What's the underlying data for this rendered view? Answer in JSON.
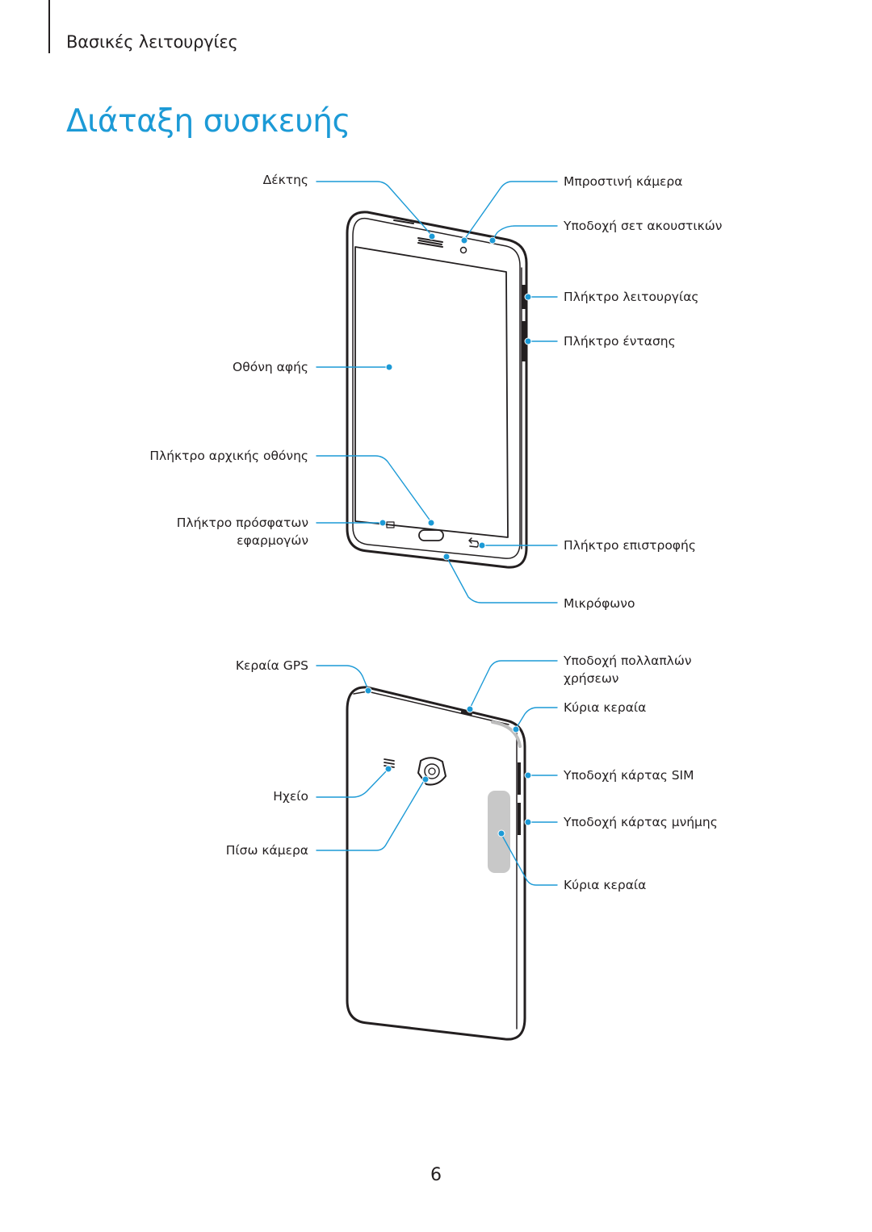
{
  "header": {
    "section": "Βασικές λειτουργίες",
    "title": "Διάταξη συσκευής"
  },
  "front_labels": {
    "receiver": "Δέκτης",
    "front_camera": "Μπροστινή κάμερα",
    "headset_jack": "Υποδοχή σετ ακουστικών",
    "power_key": "Πλήκτρο λειτουργίας",
    "volume_key": "Πλήκτρο έντασης",
    "touchscreen": "Οθόνη αφής",
    "home_key": "Πλήκτρο αρχικής οθόνης",
    "recent_apps_key_line1": "Πλήκτρο πρόσφατων",
    "recent_apps_key_line2": "εφαρμογών",
    "back_key": "Πλήκτρο επιστροφής",
    "microphone": "Μικρόφωνο"
  },
  "back_labels": {
    "gps_antenna": "Κεραία GPS",
    "multipurpose_jack_line1": "Υποδοχή πολλαπλών",
    "multipurpose_jack_line2": "χρήσεων",
    "main_antenna_top": "Κύρια κεραία",
    "sim_tray": "Υποδοχή κάρτας SIM",
    "memory_card_tray": "Υποδοχή κάρτας μνήμης",
    "speaker": "Ηχείο",
    "rear_camera": "Πίσω κάμερα",
    "main_antenna_bottom": "Κύρια κεραία"
  },
  "footer": {
    "page_number": "6"
  },
  "colors": {
    "accent": "#1c9ad6",
    "text": "#231f20",
    "antenna_fill": "#c8c8c8"
  }
}
